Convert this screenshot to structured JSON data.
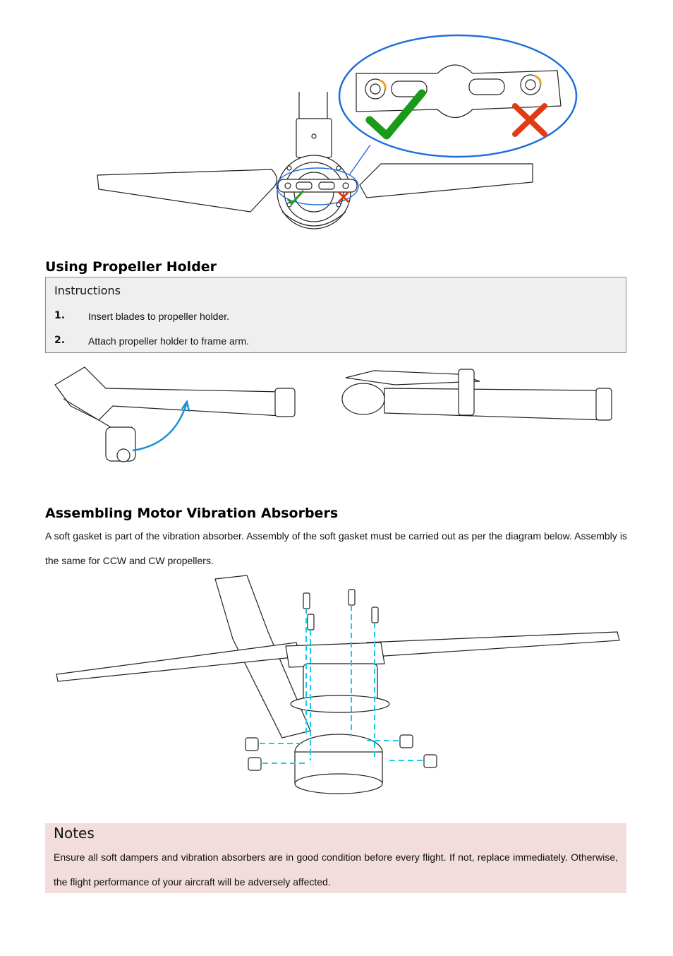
{
  "figures": {
    "propeller_mount_icon": "propeller-mount-diagram",
    "propeller_holder_icon": "propeller-holder-diagram",
    "vibration_absorber_icon": "vibration-absorber-diagram",
    "colors": {
      "check": "#1a9a1a",
      "cross": "#e23a12",
      "highlight": "#1e6fd9",
      "arrow": "#1b8fd6",
      "dashed": "#19cde8"
    }
  },
  "section_holder": {
    "title": "Using Propeller Holder",
    "instructions_title": "Instructions",
    "steps": [
      {
        "num": "1.",
        "text": "Insert blades to propeller holder."
      },
      {
        "num": "2.",
        "text": "Attach propeller holder to frame arm."
      }
    ]
  },
  "section_absorbers": {
    "title": "Assembling Motor Vibration Absorbers",
    "paragraph": "A soft gasket is part of the vibration absorber. Assembly of the soft gasket must be carried out as per the diagram below. Assembly is the same for CCW and CW propellers."
  },
  "notes": {
    "title": "Notes",
    "body": "Ensure all soft dampers and vibration absorbers are in good condition before every flight. If not, replace immediately. Otherwise, the flight performance of your aircraft will be adversely affected."
  }
}
